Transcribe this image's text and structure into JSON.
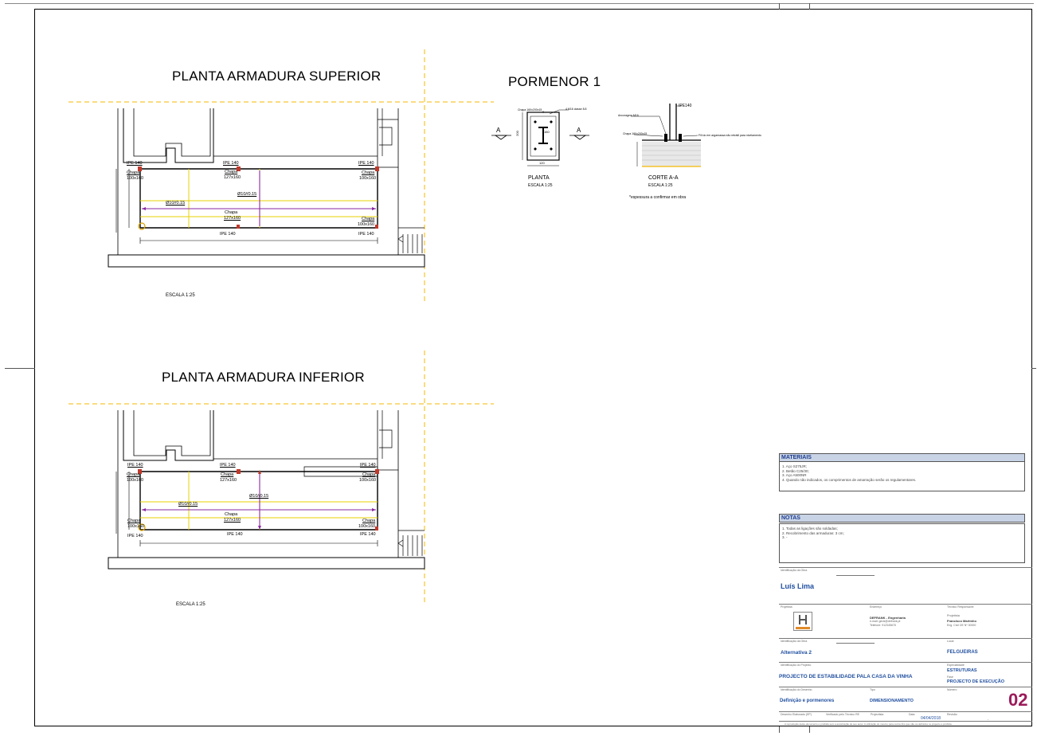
{
  "sheet": {
    "drawing1": {
      "title": "PLANTA  ARMADURA SUPERIOR",
      "scale": "ESCALA 1:25",
      "labels": [
        {
          "key": "ipe_tl",
          "text": "IPE 140"
        },
        {
          "key": "chapa_tl",
          "text": "Chapa"
        },
        {
          "key": "chapa_tl_dim",
          "text": "100x160"
        },
        {
          "key": "ipe_tm",
          "text": "IPE 140"
        },
        {
          "key": "chapa_tm",
          "text": "Chapa"
        },
        {
          "key": "chapa_tm_dim",
          "text": "127x160"
        },
        {
          "key": "ipe_tr",
          "text": "IPE 140"
        },
        {
          "key": "chapa_tr",
          "text": "Chapa"
        },
        {
          "key": "chapa_tr_dim",
          "text": "100x160"
        },
        {
          "key": "bar1",
          "text": "Ø10//0.15"
        },
        {
          "key": "bar2",
          "text": "Ø10//0.15"
        },
        {
          "key": "chapa_bm",
          "text": "Chapa"
        },
        {
          "key": "chapa_bm_dim",
          "text": "127x160"
        },
        {
          "key": "chapa_br",
          "text": "Chapa"
        },
        {
          "key": "chapa_br_dim",
          "text": "100x160"
        },
        {
          "key": "ipe_bm",
          "text": "IPE 140"
        },
        {
          "key": "ipe_br",
          "text": "IPE 140"
        }
      ]
    },
    "drawing2": {
      "title": "PLANTA ARMADURA INFERIOR",
      "scale": "ESCALA 1:25",
      "labels": [
        {
          "key": "ipe_tl",
          "text": "IPE 140"
        },
        {
          "key": "chapa_tl",
          "text": "Chapa"
        },
        {
          "key": "chapa_tl_dim",
          "text": "100x160"
        },
        {
          "key": "ipe_tm",
          "text": "IPE 140"
        },
        {
          "key": "chapa_tm",
          "text": "Chapa"
        },
        {
          "key": "chapa_tm_dim",
          "text": "127x160"
        },
        {
          "key": "ipe_tr",
          "text": "IPE 140"
        },
        {
          "key": "chapa_tr",
          "text": "Chapa"
        },
        {
          "key": "chapa_tr_dim",
          "text": "100x160"
        },
        {
          "key": "bar1",
          "text": "Ø10//0.15"
        },
        {
          "key": "bar2",
          "text": "Ø10//0.15"
        },
        {
          "key": "chapa_bm",
          "text": "Chapa"
        },
        {
          "key": "chapa_bm_dim",
          "text": "127x160"
        },
        {
          "key": "chapa_bl",
          "text": "Chapa"
        },
        {
          "key": "chapa_bl_dim",
          "text": "100x160"
        },
        {
          "key": "chapa_br",
          "text": "Chapa"
        },
        {
          "key": "chapa_br_dim",
          "text": "100x160"
        },
        {
          "key": "ipe_bl",
          "text": "IPE 140"
        },
        {
          "key": "ipe_bm",
          "text": "IPE 140"
        },
        {
          "key": "ipe_br",
          "text": "IPE 140"
        }
      ]
    },
    "detail": {
      "title": "PORMENOR 1",
      "section_mark": "A",
      "plan_label": "PLANTA",
      "plan_scale": "ESCALA 1:25",
      "section_label": "CORTE A-A",
      "section_scale": "ESCALA 1:25",
      "note": "*espessura a confirmar em obra",
      "ipe_label": "IPE140",
      "plate_label": "Chapa 160x200x15",
      "bolt_label": "4 M16 classe 8.8",
      "anchor_label": "Ancoragem M16",
      "plate2_label": "Chapa 160x200x15",
      "grout_label": "Fill do em argamassa não retrátil para nivelamento",
      "dim_120": "120",
      "dim_200": "200",
      "dim_160": "160"
    },
    "title_block": {
      "materiais_title": "MATERIAIS",
      "materiais_text": "1. Aço S275JR;\n2. Betão C25/30;\n3. Aço A500NR\n4. Quando não indicados, os comprimentos de amarração serão os regulamentares.",
      "notas_title": "NOTAS",
      "notas_text": "1. Todas as ligações são soldadas;\n2. Recobrimento das armaduras: 3 cm;\n3. -",
      "lbl_obra": "Identificação da Obra",
      "owner": "Luís Lima",
      "lbl_projetista": "Projetista",
      "lbl_endereco": "Endereço",
      "lbl_tecnico": "Técnico Responsável",
      "company": "DEFRANK - Engenharia",
      "company_contact": "e-mail: geral@defrank.pt\nTelefone: 912345678",
      "tech_label": "Projetista",
      "tech_name": "Francisco Martinho",
      "tech_reg": "Eng. Civil OE Nº 00000",
      "lbl_ident": "Identificação da Obra",
      "lbl_local": "Local",
      "alternative": "Alternativa 2",
      "location": "FELGUEIRAS",
      "lbl_projeto": "Identificação do Projecto",
      "lbl_especialidade": "Especialidade",
      "project": "PROJECTO DE ESTABILIDADE PALA CASA DA VINHA",
      "specialty": "ESTRUTURAS",
      "lbl_fase": "Fase",
      "phase": "PROJECTO DE EXECUÇÃO",
      "lbl_desenho": "Identificação do Desenho",
      "lbl_tipo": "Tipo",
      "lbl_numero": "Número",
      "drawing_name": "Definição e pormenores",
      "drawing_type": "DIMENSIONAMENTO",
      "sheet_number": "02",
      "lbl_f1": "Desenho Elaborado (EP)",
      "lbl_f2": "Verificado pelo Técnico RE",
      "lbl_f3": "Projectista",
      "lbl_f4": "Data",
      "lbl_f5": "Revisão",
      "date": "04/04/2018",
      "revision": "-",
      "footer": "A reprodução deste documento é proibida sem a autorização do seu autor. A utilização do mesmo para outros fins que não os definidos no projecto é proibida."
    },
    "colors": {
      "axis": "#f5b800",
      "yellow": "#e8d200",
      "purple": "#8a2aa0",
      "red": "#c0392b",
      "blue_text": "#1f4e9f",
      "accent": "#9b1b5a",
      "head_bg": "#c8d3e6"
    }
  }
}
